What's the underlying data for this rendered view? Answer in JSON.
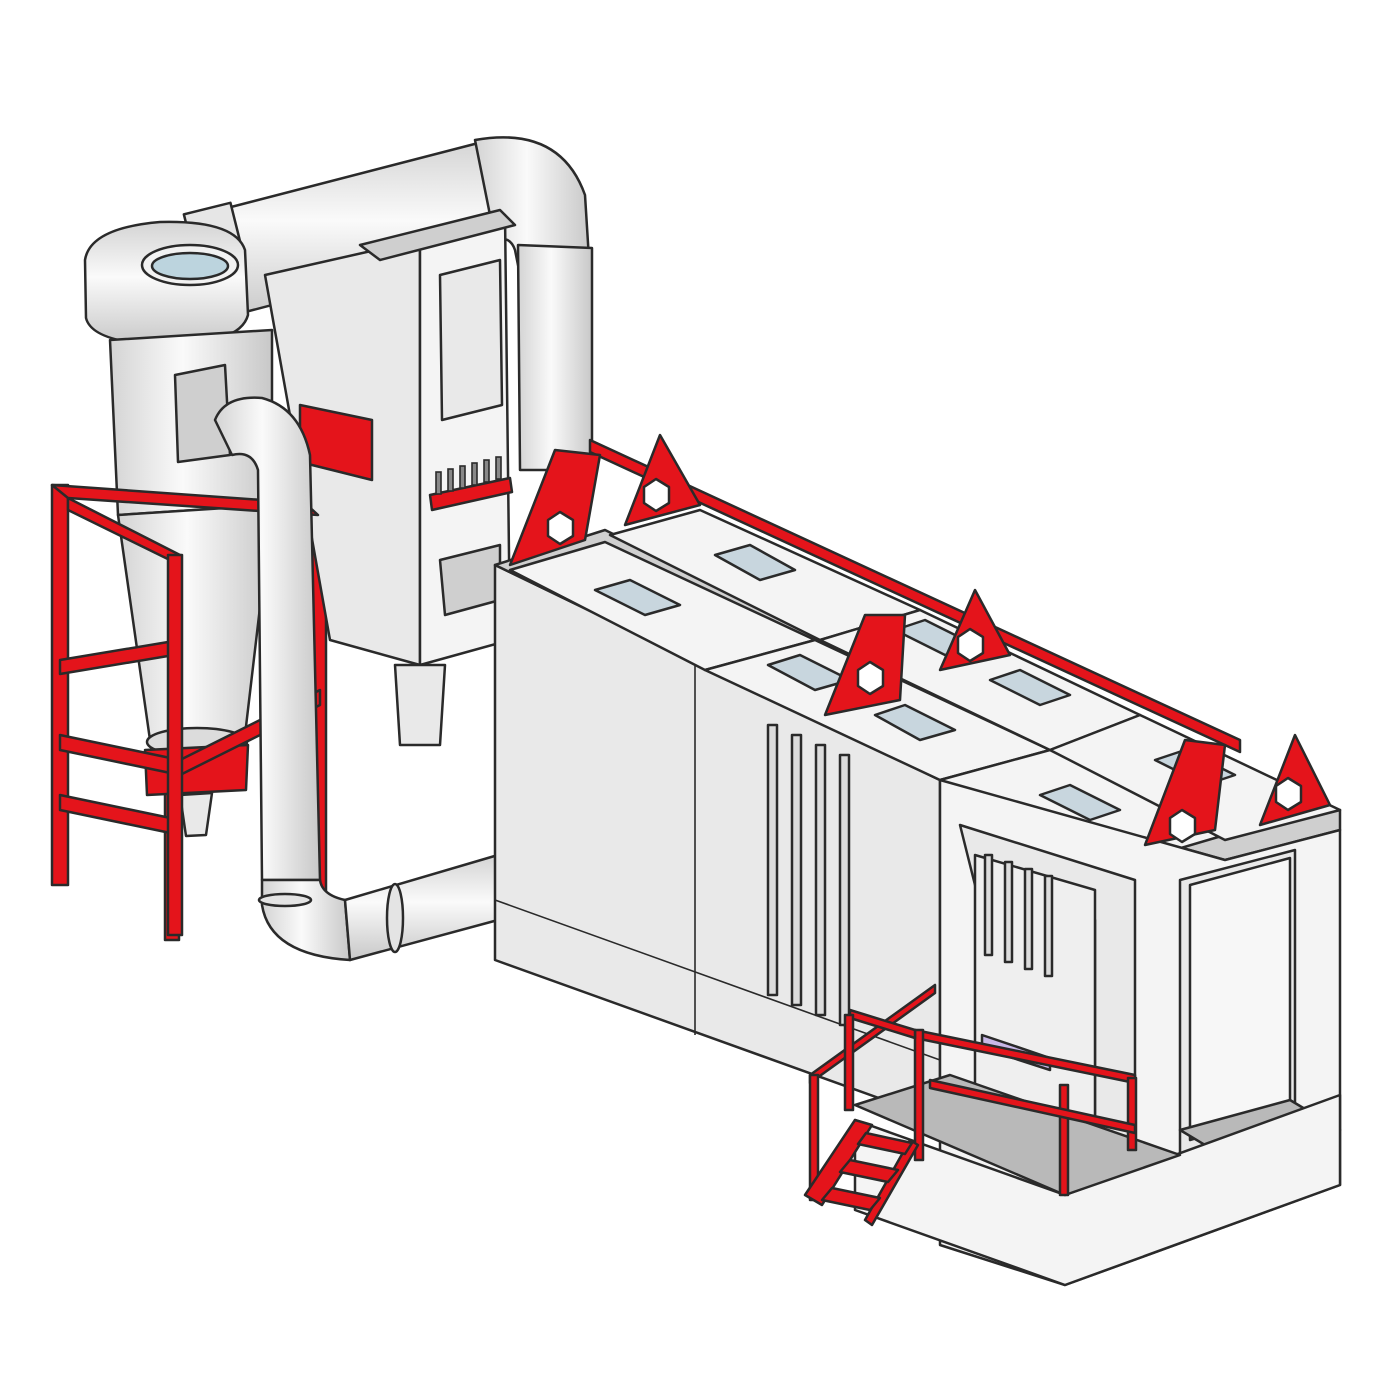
{
  "colors": {
    "steel": "#e9e9e9",
    "steel_light": "#f4f4f4",
    "steel_dark": "#cfcfcf",
    "frame_red": "#e4141b",
    "frame_red_dark": "#a80d12",
    "outline": "#2a2a2a",
    "floor": "#b9b9b9",
    "glow": "#c9b8e8"
  },
  "components": [
    {
      "id": "cyclone",
      "icon": "cyclone-separator-icon"
    },
    {
      "id": "cyclone-stand",
      "icon": "red-support-frame-icon"
    },
    {
      "id": "duct",
      "icon": "air-duct-pipe-icon"
    },
    {
      "id": "filter-unit",
      "icon": "cartridge-filter-icon"
    },
    {
      "id": "booth",
      "icon": "spray-booth-icon"
    },
    {
      "id": "conveyor-frames",
      "icon": "hexagon-bracket-icon"
    },
    {
      "id": "operator-platform",
      "icon": "stair-platform-icon"
    }
  ]
}
